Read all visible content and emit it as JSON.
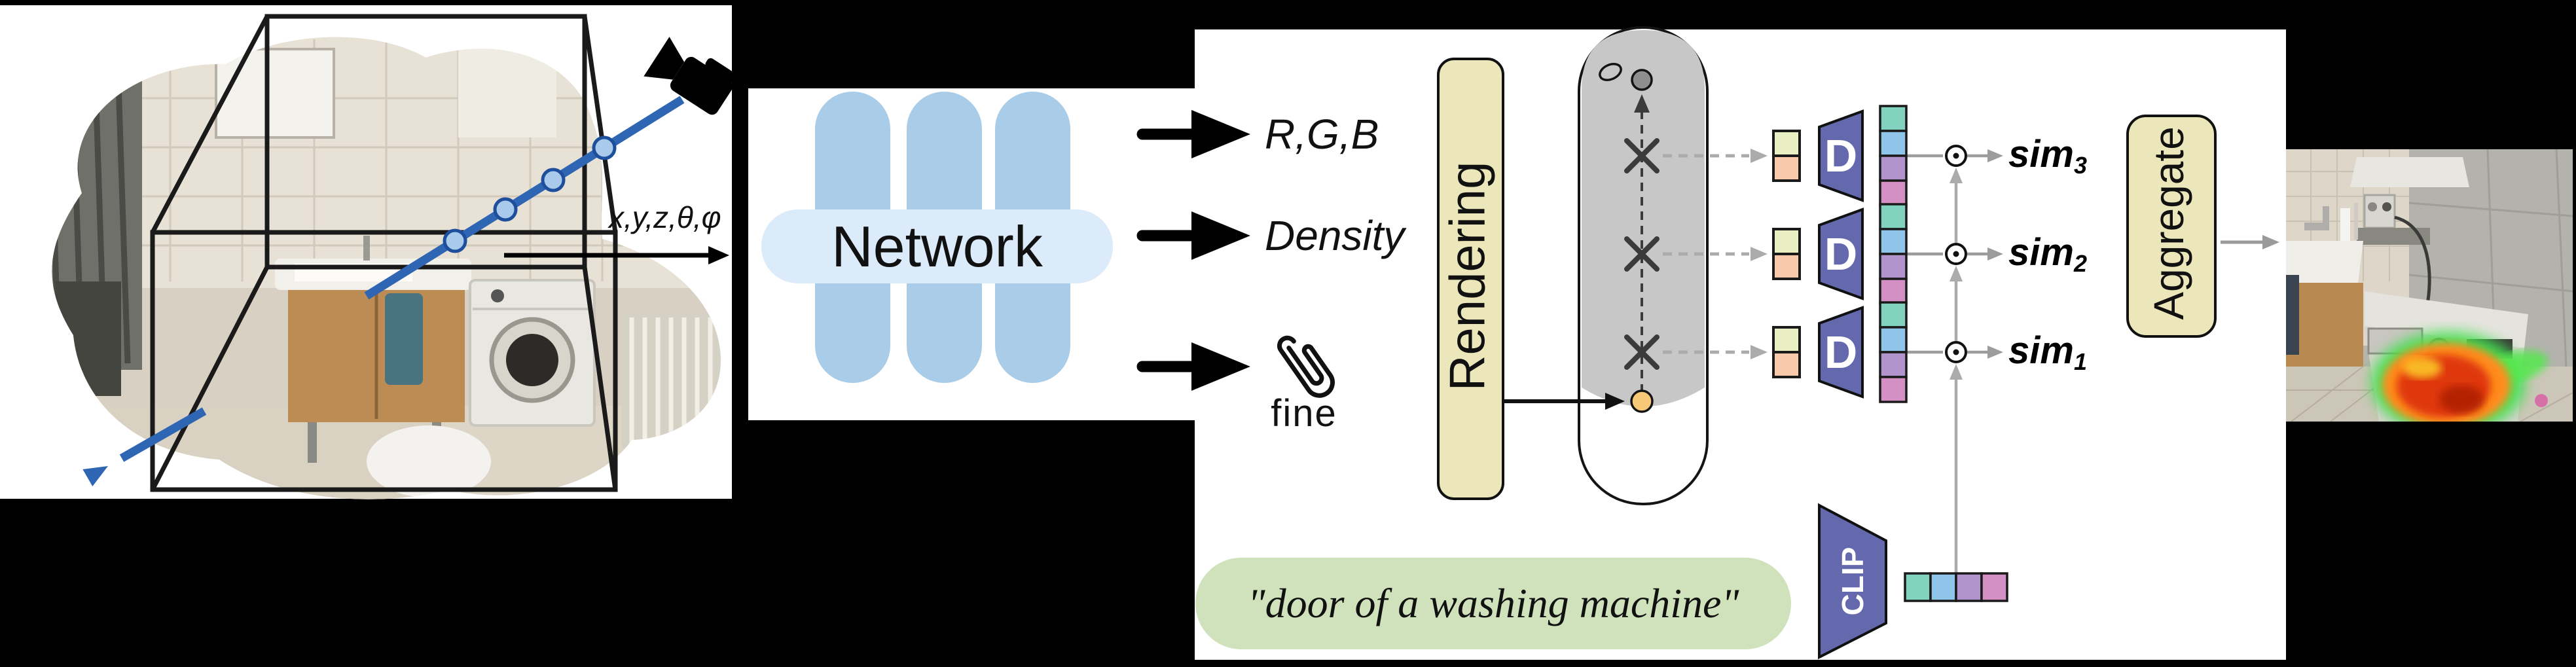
{
  "scene": {
    "coords_label": "x,y,z,θ,φ"
  },
  "network": {
    "label": "Network"
  },
  "outputs": {
    "rgb": "R,G,B",
    "density": "Density",
    "fine": "fine"
  },
  "rendering": {
    "label": "Rendering"
  },
  "aggregate": {
    "label": "Aggregate"
  },
  "clip": {
    "label": "CLIP"
  },
  "decoders": [
    {
      "label": "D"
    },
    {
      "label": "D"
    },
    {
      "label": "D"
    }
  ],
  "sims": [
    {
      "base": "sim",
      "sub": "3"
    },
    {
      "base": "sim",
      "sub": "2"
    },
    {
      "base": "sim",
      "sub": "1"
    }
  ],
  "prompt": {
    "text": "\"door of a washing machine\""
  },
  "colors": {
    "bar_blue": "#a9cde9",
    "network_fill": "#dcebfa",
    "tan_box": "#ece7bb",
    "capsule_gray": "#c7c7c7",
    "decoder_purple": "#6468ac",
    "prompt_green": "#cfe2bb",
    "vec2_top": "#e9efc2",
    "vec2_bottom": "#f8c9ab",
    "vec4_colors": [
      "#82d2c0",
      "#8fc5e8",
      "#b294cd",
      "#d490c5"
    ],
    "ray_blue": "#2f66b4",
    "sample_orange": "#f6c878",
    "heatmap_hot": "#e03808"
  }
}
